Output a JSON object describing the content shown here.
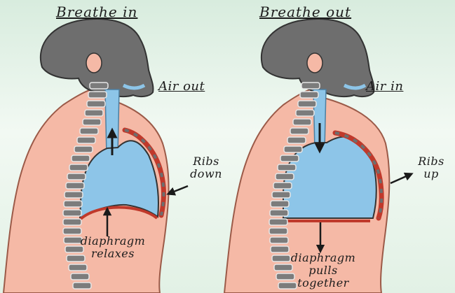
{
  "left": {
    "title": "Breathe in",
    "air_label": "Air out",
    "ribs_label": [
      "Ribs",
      "down"
    ],
    "diaphragm_label": [
      "diaphragm",
      "relaxes"
    ]
  },
  "right": {
    "title": "Breathe out",
    "air_label": "Air in",
    "ribs_label": [
      "Ribs",
      "up"
    ],
    "diaphragm_label": [
      "diaphragm",
      "pulls",
      "together"
    ]
  },
  "colors": {
    "background": "#e2f1e5",
    "skin": "#f5b9a6",
    "skull": "#6e6e6e",
    "spine": "#7c7c7c",
    "lungs": "#8dc5e8",
    "muscle": "#c0392b",
    "arrow": "#1a1a1a"
  }
}
